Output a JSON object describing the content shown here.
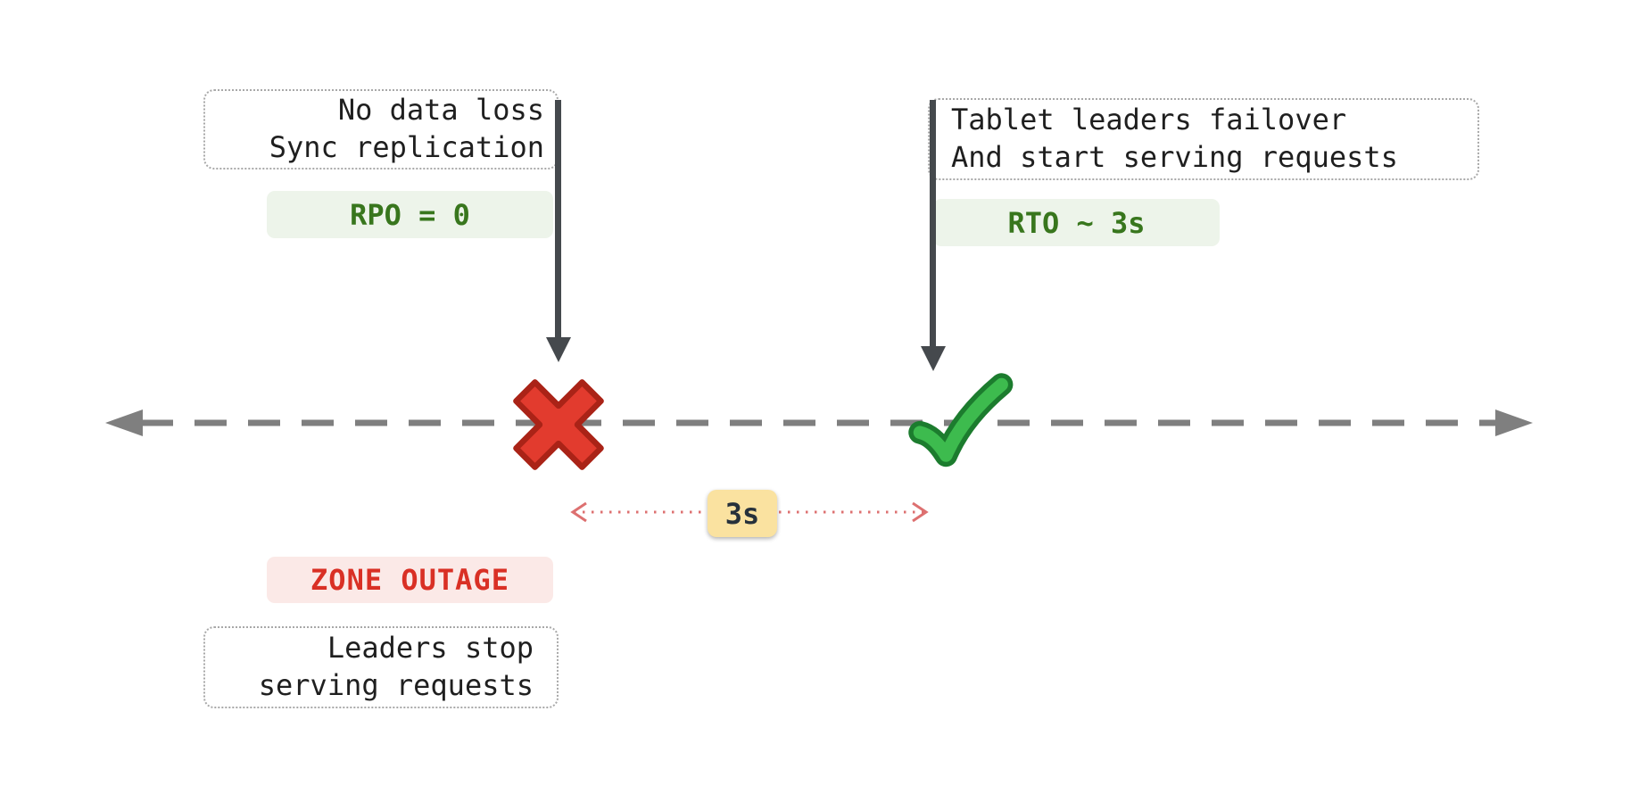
{
  "diagram": {
    "left_callout": {
      "line1": "No data loss",
      "line2": "Sync replication"
    },
    "rpo_badge": "RPO = 0",
    "right_callout": {
      "line1": "Tablet leaders failover",
      "line2": "And start serving requests"
    },
    "rto_badge": "RTO ~ 3s",
    "duration_badge": "3s",
    "outage_badge": "ZONE OUTAGE",
    "bottom_callout": {
      "line1": "Leaders stop",
      "line2": "serving requests"
    },
    "colors": {
      "green_badge_bg": "#edf4ea",
      "green_badge_text": "#38761d",
      "red_badge_bg": "#fbe9e7",
      "red_badge_text": "#d93025",
      "yellow_badge_bg": "#fae2a0",
      "timeline_gray": "#7f7f7f",
      "event_arrow_dark": "#45494d",
      "duration_arrow_red": "#dd7070",
      "cross_red": "#e23b2e",
      "check_green": "#3dbb4e"
    }
  }
}
